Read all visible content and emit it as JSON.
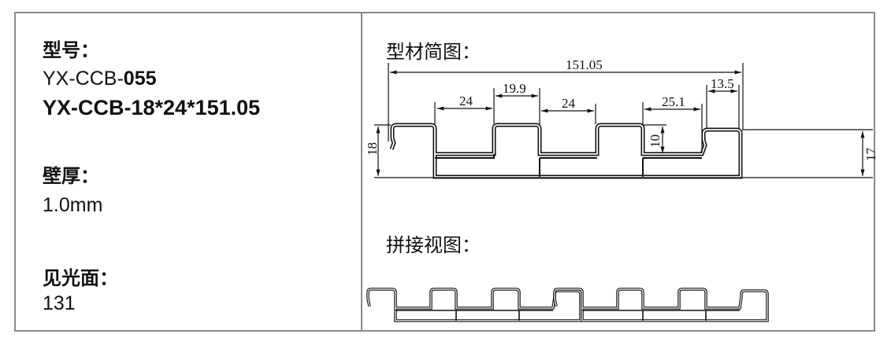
{
  "specs": {
    "model_label": "型号：",
    "model_prefix": "YX-CCB-",
    "model_code": "055",
    "model_full": "YX-CCB-18*24*151.05",
    "thickness_label": "壁厚：",
    "thickness_value": "1.0mm",
    "visible_face_label": "见光面：",
    "visible_face_value": "131"
  },
  "drawing": {
    "profile_title": "型材简图：",
    "joint_title": "拼接视图：",
    "dimensions": {
      "total_width": "151.05",
      "groove_1": "24",
      "rib": "19.9",
      "groove_2": "24",
      "groove_3": "25.1",
      "tongue": "13.5",
      "height_left": "18",
      "height_right": "17",
      "groove_depth": "10"
    }
  }
}
